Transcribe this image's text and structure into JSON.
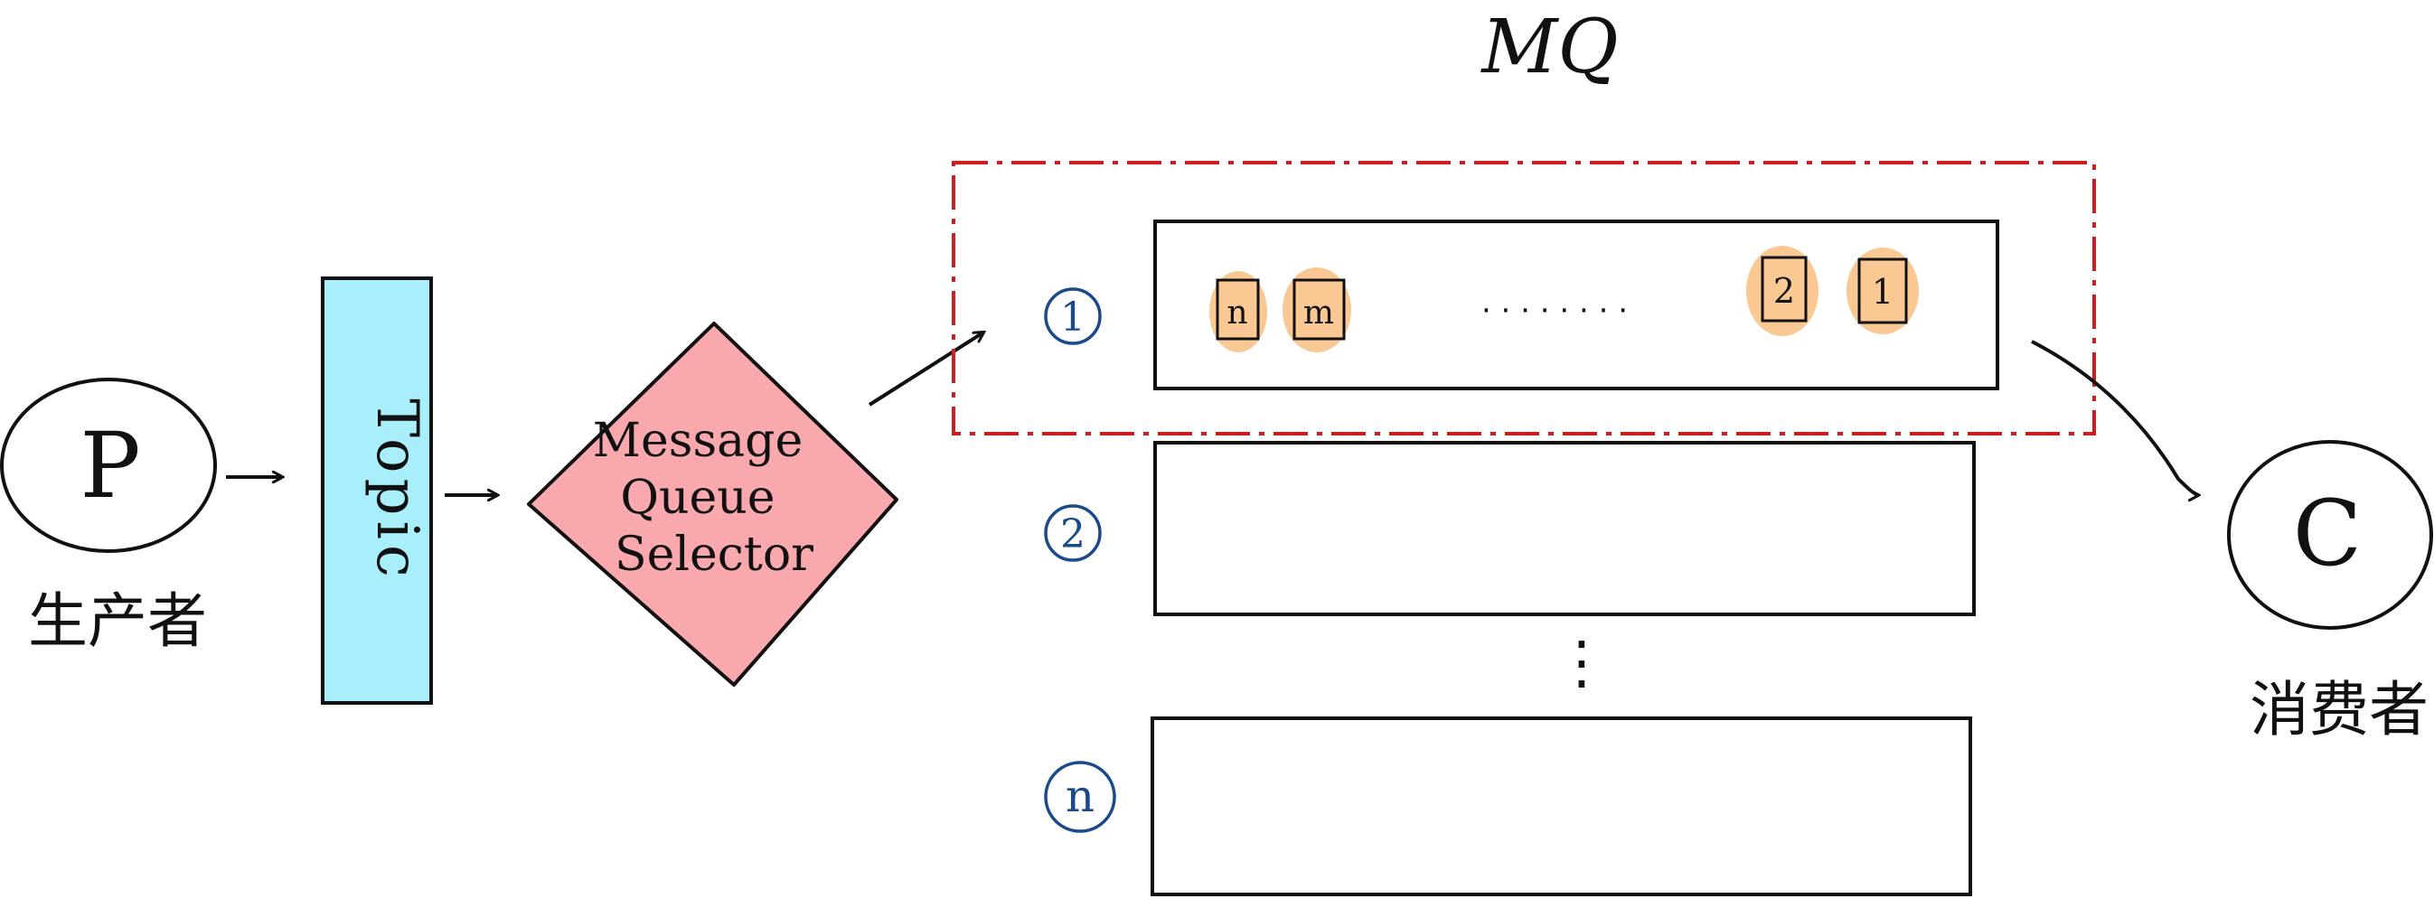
{
  "title": "MQ",
  "producer": {
    "circle_label": "P",
    "caption": "生产者"
  },
  "topic": {
    "label": "Topic"
  },
  "selector": {
    "line1": "Message",
    "line2": "Queue",
    "line3": "Selector"
  },
  "queues": [
    {
      "label": "1",
      "messages": [
        "n",
        "m",
        "2",
        "1"
      ],
      "ellipsis": "· · · · · · · ·"
    },
    {
      "label": "2"
    },
    {
      "label": "n"
    }
  ],
  "queue_gap_marker": "⋮",
  "consumer": {
    "circle_label": "C",
    "caption": "消费者"
  },
  "colors": {
    "stroke": "#111111",
    "topic_fill": "#a8eefb",
    "selector_fill": "#f9a9ae",
    "message_fill": "#f9c893",
    "highlight_dash": "#cc1f1f",
    "queue_label": "#1a4a8a"
  }
}
